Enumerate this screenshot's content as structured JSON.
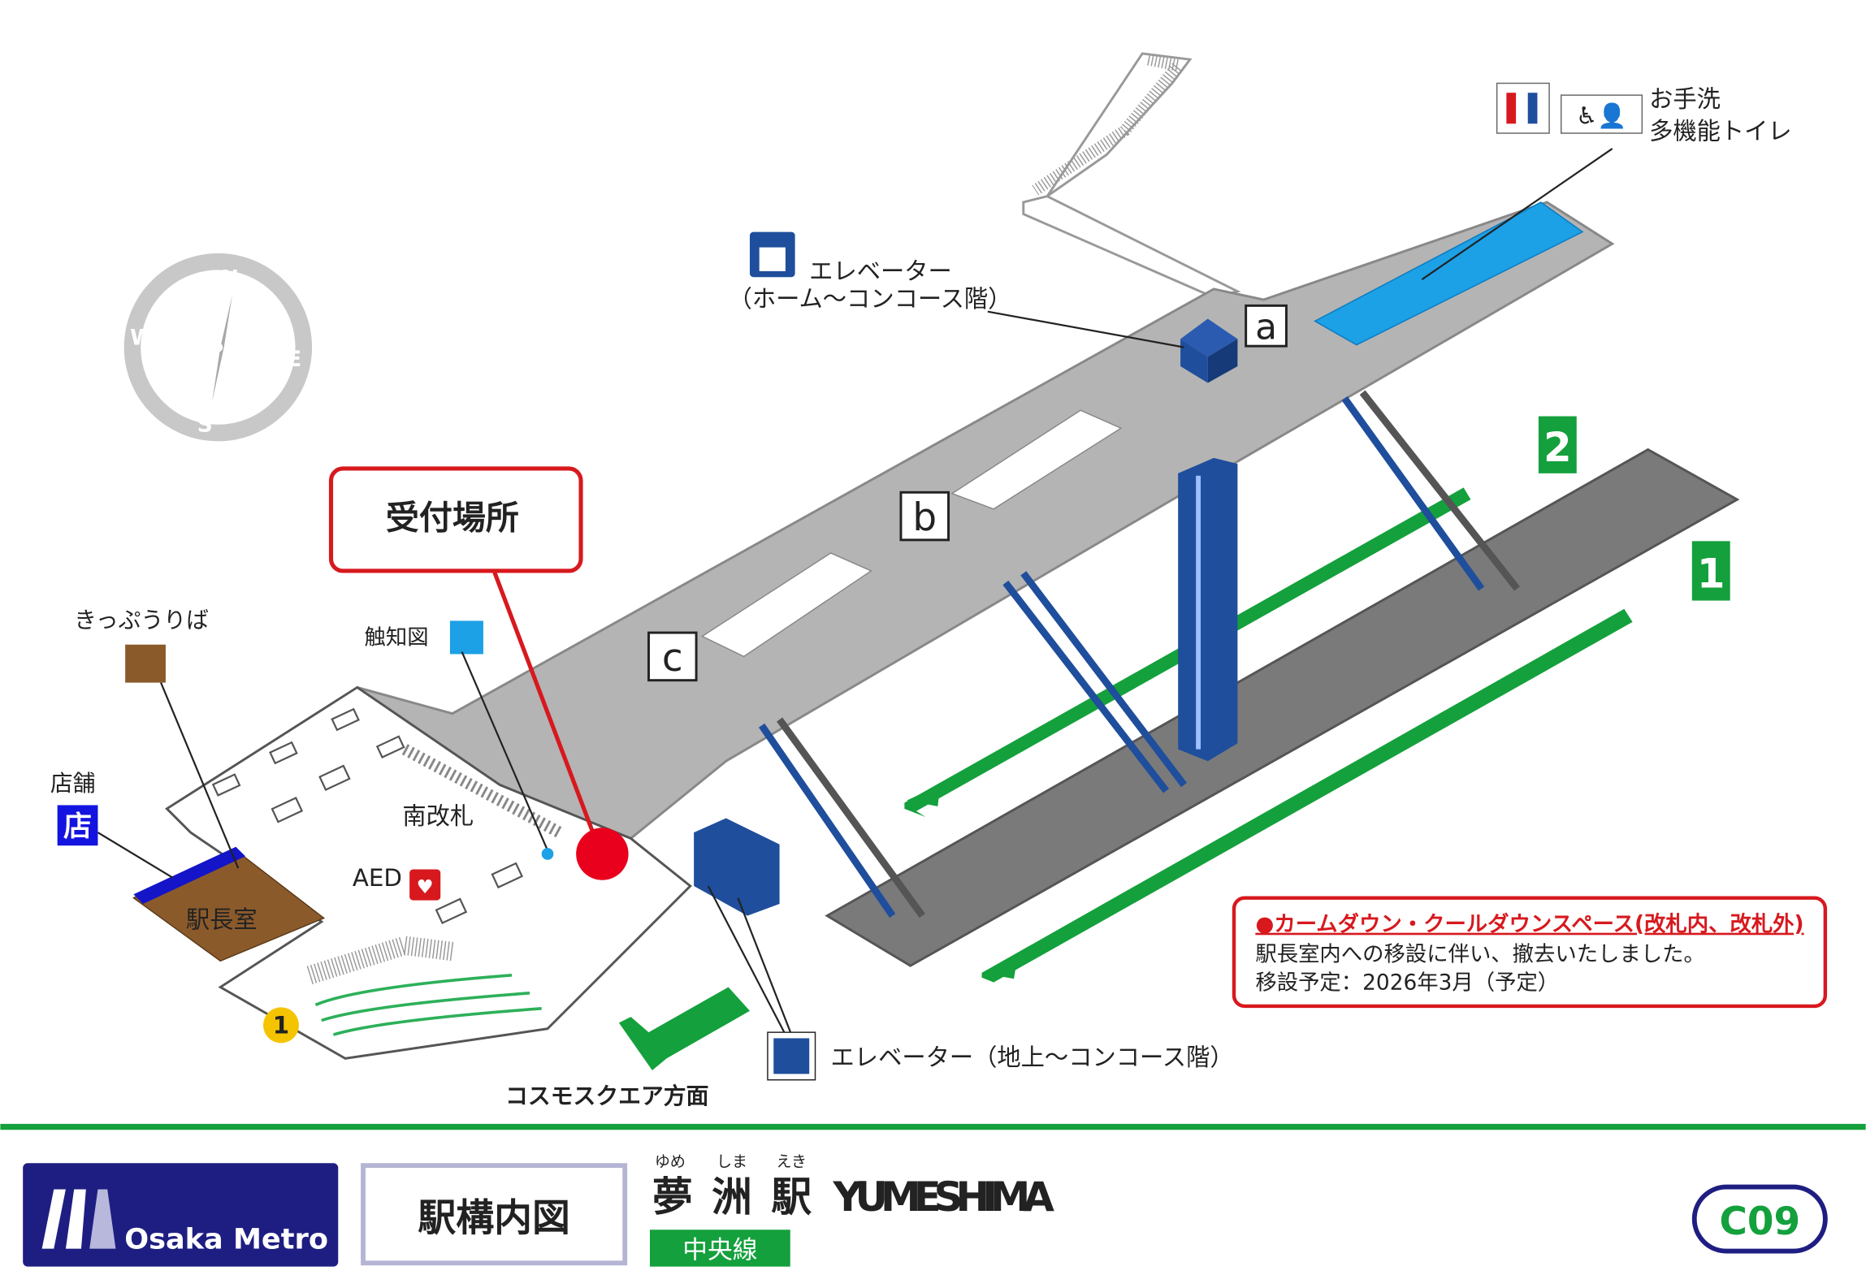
{
  "map": {
    "reception_label": "受付場所",
    "ticket_label": "きっぷうりば",
    "shop_label": "店舗",
    "shop_icon_text": "店",
    "tactile_map_label": "触知図",
    "south_gate_label": "南改札",
    "aed_label": "AED",
    "station_office_label": "駅長室",
    "exit_number": "1",
    "direction_label": "コスモスクエア方面",
    "elevator_platform_label": "エレベーター",
    "elevator_platform_sub": "（ホーム～コンコース階）",
    "elevator_ground_label": "エレベーター（地上～コンコース階）",
    "toilet_label_1": "お手洗",
    "toilet_label_2": "多機能トイレ",
    "stair_a": "a",
    "stair_b": "b",
    "stair_c": "c",
    "track_1": "1",
    "track_2": "2",
    "compass": {
      "n": "N",
      "e": "E",
      "s": "S",
      "w": "W"
    }
  },
  "notice": {
    "title": "●カームダウン・クールダウンスペース(改札内、改札外)",
    "line1": "駅長室内への移設に伴い、撤去いたしました。",
    "line2": "移設予定：2026年3月（予定）"
  },
  "footer": {
    "brand": "Osaka Metro",
    "doc_title": "駅構内図",
    "ruby_1": "ゆめ",
    "ruby_2": "しま",
    "ruby_3": "えき",
    "station_kanji_1": "夢",
    "station_kanji_2": "洲",
    "station_kanji_3": "駅",
    "station_roman": "YUMESHIMA",
    "line_name": "中央線",
    "station_code": "C09"
  },
  "colors": {
    "accent_green": "#14a03c",
    "metro_blue": "#1e1e82",
    "alert_red": "#d7191e",
    "facility_blue": "#1f4e9c"
  }
}
